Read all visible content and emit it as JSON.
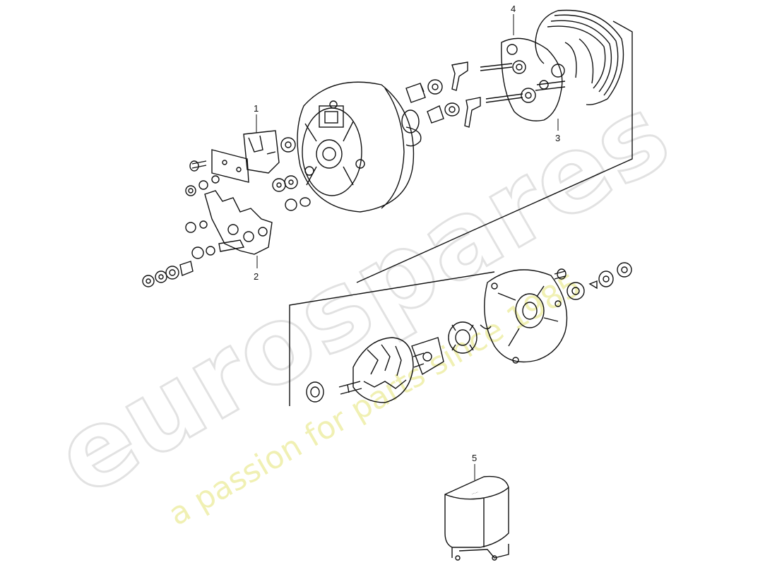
{
  "diagram": {
    "callouts": [
      {
        "id": "1",
        "label": "1"
      },
      {
        "id": "2",
        "label": "2"
      },
      {
        "id": "3",
        "label": "3"
      },
      {
        "id": "4",
        "label": "4"
      },
      {
        "id": "5",
        "label": "5"
      }
    ],
    "watermark": {
      "brand": "eurospares",
      "tagline": "a passion for parts since 1985",
      "brand_color": "#d9d9d9",
      "tagline_color": "#ecec9a"
    },
    "line_color": "#111111"
  }
}
